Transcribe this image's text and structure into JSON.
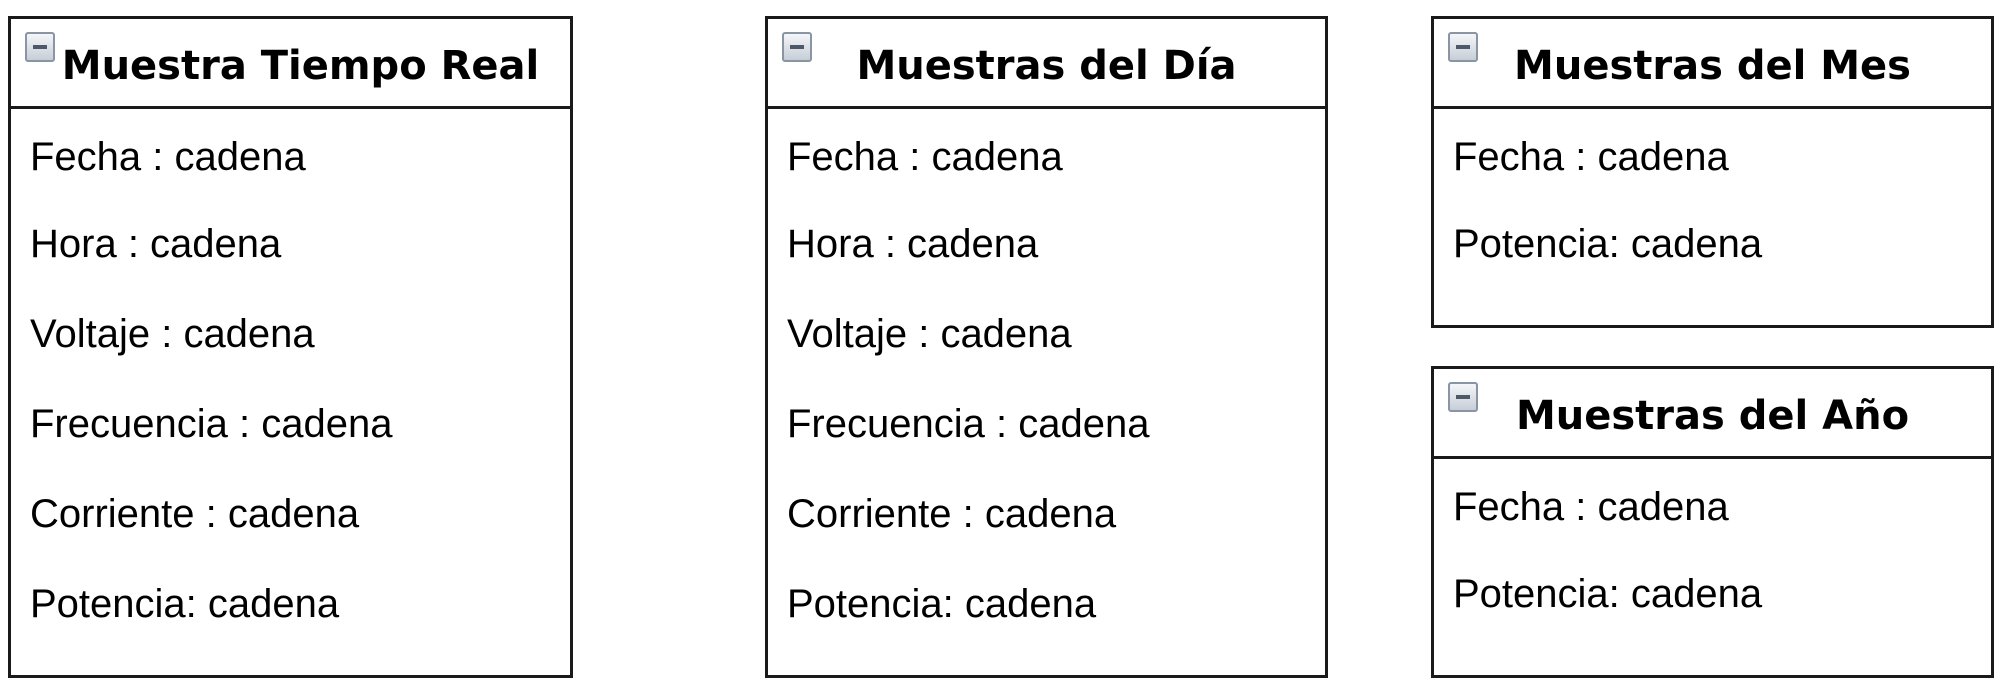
{
  "classes": [
    {
      "title": "Muestra Tiempo Real",
      "attributes": [
        "Fecha : cadena",
        "Hora : cadena",
        "Voltaje : cadena",
        "Frecuencia : cadena",
        "Corriente : cadena",
        "Potencia: cadena"
      ]
    },
    {
      "title": "Muestras del Día",
      "attributes": [
        "Fecha : cadena",
        "Hora : cadena",
        "Voltaje : cadena",
        "Frecuencia : cadena",
        "Corriente : cadena",
        "Potencia: cadena"
      ]
    },
    {
      "title": "Muestras del Mes",
      "attributes": [
        "Fecha : cadena",
        "Potencia: cadena"
      ]
    },
    {
      "title": "Muestras del Año",
      "attributes": [
        "Fecha : cadena",
        "Potencia: cadena"
      ]
    }
  ],
  "icons": {
    "collapse": "collapse-minus-icon"
  }
}
